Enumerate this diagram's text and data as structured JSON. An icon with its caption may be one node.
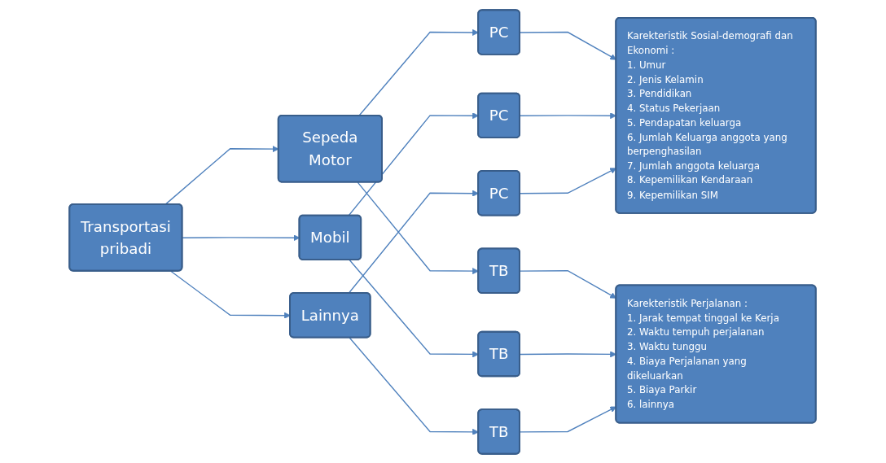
{
  "diagram": {
    "nodes": [
      {
        "text": [
          "Transportasi pribadi"
        ]
      },
      {
        "text": [
          "Sepeda Motor"
        ]
      },
      {
        "text": [
          "Mobil"
        ]
      },
      {
        "text": [
          "Lainnya"
        ]
      },
      {
        "text": [
          "PC"
        ]
      },
      {
        "text": [
          "TB"
        ]
      },
      {
        "text": [
          "PC"
        ]
      },
      {
        "text": [
          "TB"
        ]
      },
      {
        "text": [
          "PC"
        ]
      },
      {
        "text": [
          "TB"
        ]
      },
      {
        "text": [
          "Karekteristik Sosial-demografi dan Ekonomi :",
          "1. Umur",
          "2. Jenis Kelamin",
          "3. Pendidikan",
          "4. Status Pekerjaan",
          "5. Pendapatan keluarga",
          "6. Jumlah Keluarga anggota yang berpenghasilan",
          "7. Jumlah anggota keluarga",
          "8. Kepemilikan Kendaraan",
          "9. Kepemilikan SIM"
        ]
      },
      {
        "text": [
          "Karekteristik Perjalanan :",
          "1. Jarak tempat tinggal ke Kerja",
          "2. Waktu tempuh perjalanan",
          "3. Waktu tunggu",
          "4. Biaya Perjalanan yang dikeluarkan",
          "5. Biaya Parkir",
          "6. lainnya"
        ]
      }
    ],
    "edges": [
      {
        "from": 0,
        "to": 1,
        "arrow": "to"
      },
      {
        "from": 0,
        "to": 2,
        "arrow": "to"
      },
      {
        "from": 0,
        "to": 3,
        "arrow": "to"
      },
      {
        "from": 1,
        "to": 4,
        "arrow": "to"
      },
      {
        "from": 1,
        "to": 5,
        "arrow": "to"
      },
      {
        "from": 2,
        "to": 6,
        "arrow": "to"
      },
      {
        "from": 2,
        "to": 7,
        "arrow": "to"
      },
      {
        "from": 3,
        "to": 8,
        "arrow": "to"
      },
      {
        "from": 3,
        "to": 9,
        "arrow": "to"
      },
      {
        "from": 4,
        "to": 10,
        "arrow": "to"
      },
      {
        "from": 5,
        "to": 11,
        "arrow": "to"
      },
      {
        "from": 6,
        "to": 10,
        "arrow": "to"
      },
      {
        "from": 7,
        "to": 11,
        "arrow": "to"
      },
      {
        "from": 8,
        "to": 10,
        "arrow": "to"
      },
      {
        "from": 9,
        "to": 11,
        "arrow": "to"
      }
    ]
  }
}
